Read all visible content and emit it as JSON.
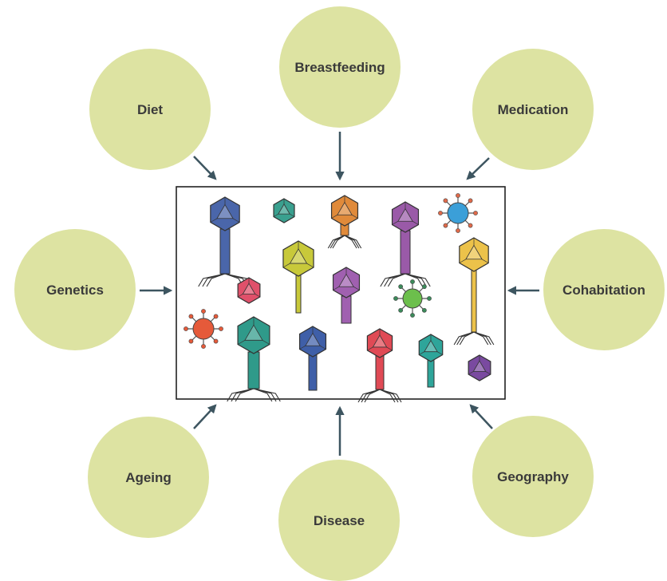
{
  "colors": {
    "circle_fill": "#dde3a2",
    "arrow": "#3d5560",
    "box_border": "#222222"
  },
  "factors": {
    "breastfeeding": "Breastfeeding",
    "diet": "Diet",
    "medication": "Medication",
    "genetics": "Genetics",
    "cohabitation": "Cohabitation",
    "ageing": "Ageing",
    "disease": "Disease",
    "geography": "Geography"
  },
  "center": {
    "subject": "phage community",
    "icons": [
      "blue-tailed-phage-icon",
      "teal-capsid-icon",
      "orange-phage-icon",
      "purple-tailed-phage-icon",
      "blue-hexagon-virus-icon",
      "yellow-tailed-phage-icon",
      "red-capsid-icon",
      "purple-phage-icon",
      "green-spiky-virus-icon",
      "yellow-long-tail-phage-icon",
      "red-spiky-virus-icon",
      "teal-tailed-phage-icon",
      "blue-phage-icon",
      "red-tailed-phage-icon",
      "teal-phage-icon",
      "purple-capsid-icon"
    ]
  }
}
